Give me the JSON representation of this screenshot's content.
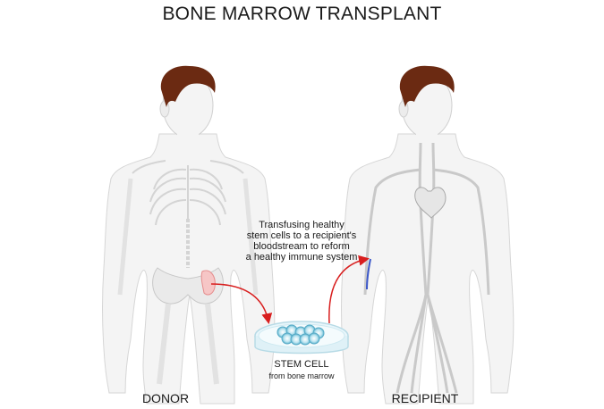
{
  "title": "BONE MARROW TRANSPLANT",
  "labels": {
    "donor": "DONOR",
    "recipient": "RECIPIENT"
  },
  "caption_lines": [
    "Transfusing healthy",
    "stem cells to a recipient's",
    "bloodstream to reform",
    "a healthy immune system"
  ],
  "dish": {
    "title": "STEM CELL",
    "subtitle": "from bone marrow"
  },
  "colors": {
    "hair": "#6b2a12",
    "skin": "#f4f4f4",
    "outline": "#cfcfcf",
    "bone": "#e8e8e8",
    "vessel": "#c9c9c9",
    "arrow": "#d81e1e",
    "marrow_highlight": "#f6c6c6",
    "vein_blue": "#3b57c9",
    "cell_blue": "#6fc3da"
  }
}
